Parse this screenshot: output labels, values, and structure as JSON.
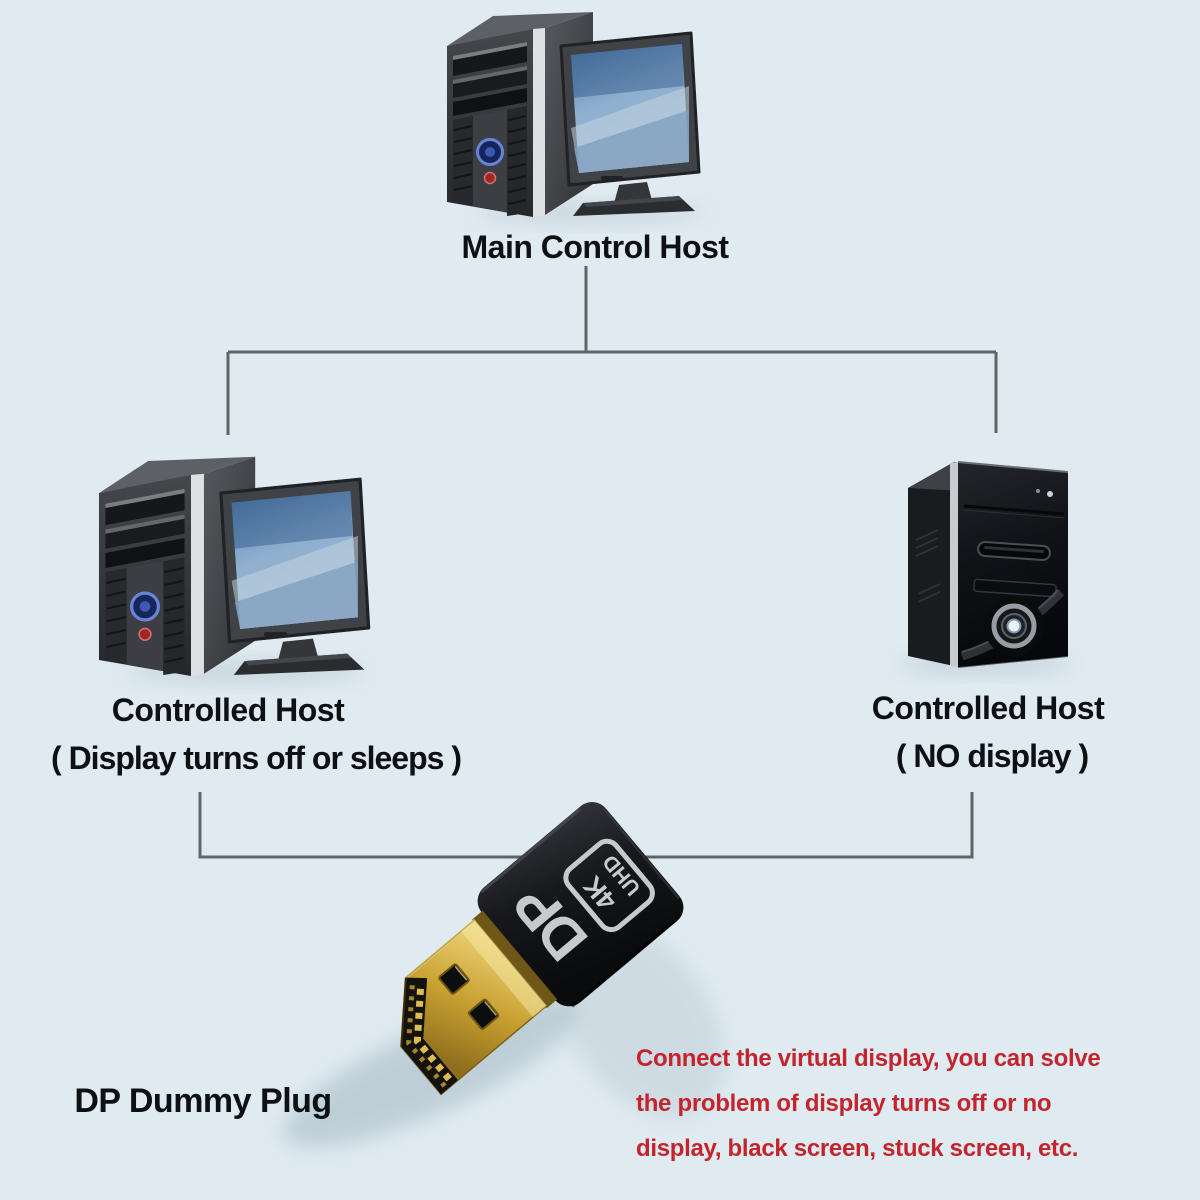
{
  "page": {
    "background_color": "#e0ebf1"
  },
  "palette": {
    "connector_line": "#5f6467",
    "label_text": "#0e1114",
    "note_red": "#c4242c",
    "plug_body_black": "#131418",
    "plug_gold": "#c79f2f",
    "screen_blue": "#6f96bd"
  },
  "nodes": {
    "main_host": {
      "label": "Main Control Host",
      "icon": "desktop-pc-icon"
    },
    "left_host": {
      "label": "Controlled Host",
      "sublabel": "( Display turns off or sleeps )",
      "icon": "desktop-pc-icon"
    },
    "right_host": {
      "label": "Controlled Host",
      "sublabel": "( NO display )",
      "icon": "tower-pc-icon"
    },
    "plug": {
      "label": "DP Dummy Plug",
      "icon": "dp-plug-icon",
      "print": {
        "logo": "DP",
        "badge_top": "4K",
        "badge_bottom": "UHD"
      }
    }
  },
  "note": {
    "lines": [
      "Connect the virtual display, you can solve",
      "the problem of display turns off or no",
      "display, black screen, stuck screen, etc."
    ]
  }
}
